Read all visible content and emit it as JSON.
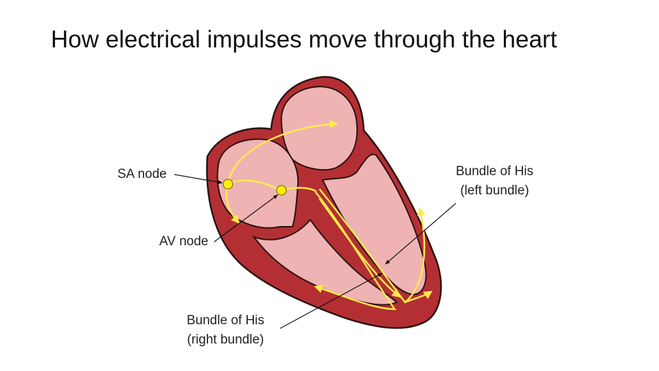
{
  "slide": {
    "title": "How electrical impulses move through the heart"
  },
  "labels": {
    "sa_node": "SA node",
    "av_node": "AV node",
    "bundle_left_line1": "Bundle of His",
    "bundle_left_line2": "(left bundle)",
    "bundle_right_line1": "Bundle of His",
    "bundle_right_line2": "(right bundle)"
  },
  "colors": {
    "muscle": "#b32f33",
    "chamber": "#efb3b3",
    "outline": "#2a1212",
    "impulse": "#ffe94d",
    "impulse_node": "#ffee00",
    "pointer": "#111111"
  },
  "icons": {
    "node_marker": "yellow-circle",
    "impulse_arrow": "yellow-arrowhead"
  }
}
